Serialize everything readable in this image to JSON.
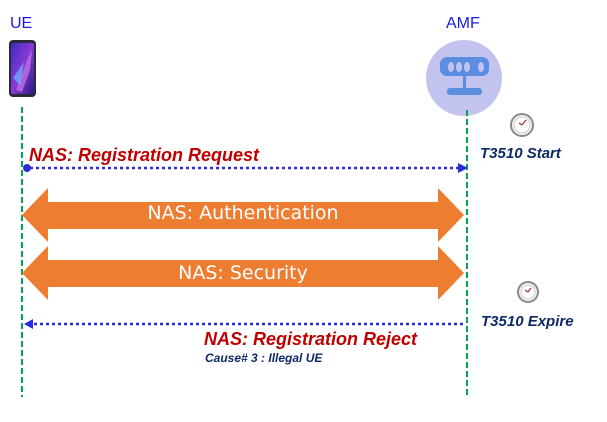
{
  "entities": {
    "ue": {
      "label": "UE",
      "icon": "smartphone-icon"
    },
    "amf": {
      "label": "AMF",
      "icon": "network-server-icon"
    }
  },
  "messages": [
    {
      "label": "NAS: Registration Request",
      "direction": "UE->AMF",
      "style": "dotted"
    },
    {
      "label": "NAS: Registration Reject",
      "direction": "AMF->UE",
      "style": "dotted",
      "sublabel": "Cause# 3 : Illegal UE"
    }
  ],
  "procedures": [
    {
      "label": "NAS: Authentication",
      "direction": "bidirectional"
    },
    {
      "label": "NAS: Security",
      "direction": "bidirectional"
    }
  ],
  "timers": [
    {
      "label": "T3510 Start",
      "icon": "clock-icon"
    },
    {
      "label": "T3510 Expire",
      "icon": "clock-icon"
    }
  ],
  "colors": {
    "entity_text": "#1a1ae6",
    "message_text": "#c00000",
    "timer_text": "#0d2a66",
    "lifeline": "#00a651",
    "arrow_dotted": "#2b2bd9",
    "procedure_arrow": "#ed7d31",
    "amf_circle": "#c3c3f0",
    "amf_icon": "#5b8de0"
  }
}
